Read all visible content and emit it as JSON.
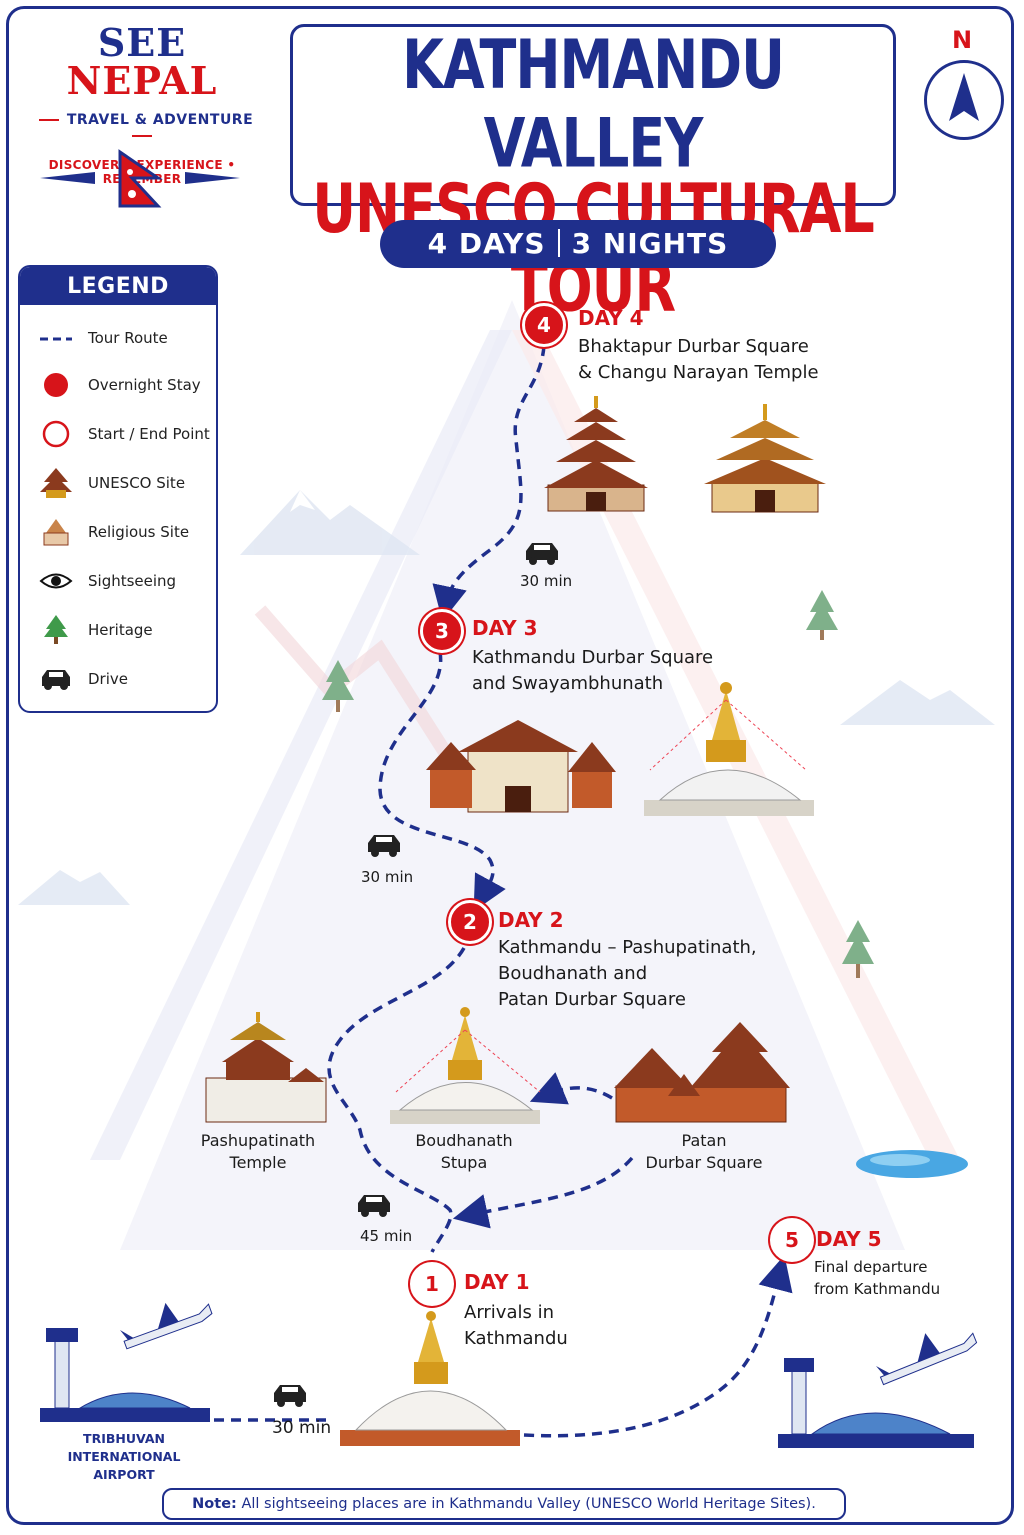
{
  "brand": {
    "name_part1": "SEE",
    "name_part2": "NEPAL",
    "subtitle": "TRAVEL & ADVENTURE",
    "tagline": "DISCOVER • EXPERIENCE • REMEMBER",
    "flag_icon": "nepal-flag-icon"
  },
  "title": {
    "line1": "KATHMANDU VALLEY",
    "line2": "UNESCO CULTURAL TOUR",
    "duration_days": "4 DAYS",
    "duration_nights": "3 NIGHTS"
  },
  "compass": {
    "label": "N"
  },
  "legend": {
    "title": "LEGEND",
    "items": [
      {
        "label": "Tour Route",
        "icon": "dashed-line-icon"
      },
      {
        "label": "Overnight Stay",
        "icon": "red-dot-icon"
      },
      {
        "label": "Start / End Point",
        "icon": "red-ring-icon"
      },
      {
        "label": "UNESCO Site",
        "icon": "temple-icon"
      },
      {
        "label": "Religious Site",
        "icon": "shrine-icon"
      },
      {
        "label": "Sightseeing",
        "icon": "eye-icon"
      },
      {
        "label": "Heritage",
        "icon": "tree-icon"
      },
      {
        "label": "Drive",
        "icon": "car-icon"
      }
    ]
  },
  "days": [
    {
      "number": "4",
      "label": "DAY 4",
      "desc": [
        "Bhaktapur Durbar Square",
        "& Changu Narayan Temple"
      ]
    },
    {
      "number": "3",
      "label": "DAY 3",
      "desc": [
        "Kathmandu Durbar Square",
        "and Swayambhunath"
      ]
    },
    {
      "number": "2",
      "label": "DAY 2",
      "desc": [
        "Kathmandu – Pashupatinath,",
        "Boudhanath and",
        "Patan Durbar Square"
      ]
    },
    {
      "number": "1",
      "label": "DAY 1",
      "desc": [
        "Arrivals in",
        "Kathmandu"
      ]
    },
    {
      "number": "5",
      "label": "DAY 5",
      "desc": [
        "Final departure",
        "from Kathmandu"
      ]
    }
  ],
  "sites": {
    "pashupatinath": [
      "Pashupatinath",
      "Temple"
    ],
    "boudhanath": [
      "Boudhanath",
      "Stupa"
    ],
    "patan": [
      "Patan",
      "Durbar Square"
    ]
  },
  "drives": {
    "day4_to_day3": "30 min",
    "day3_to_day2": "30 min",
    "day2_to_day1": "45 min",
    "airport_to_day1": "30 min"
  },
  "airport": [
    "TRIBHUVAN INTERNATIONAL",
    "AIRPORT"
  ],
  "note": {
    "prefix": "Note:",
    "text": "All sightseeing places are in Kathmandu Valley (UNESCO World Heritage Sites)."
  },
  "colors": {
    "primary_blue": "#1f2f8c",
    "accent_red": "#d7141a",
    "roof_brown": "#8b3a1e",
    "gold": "#d49a1c"
  }
}
